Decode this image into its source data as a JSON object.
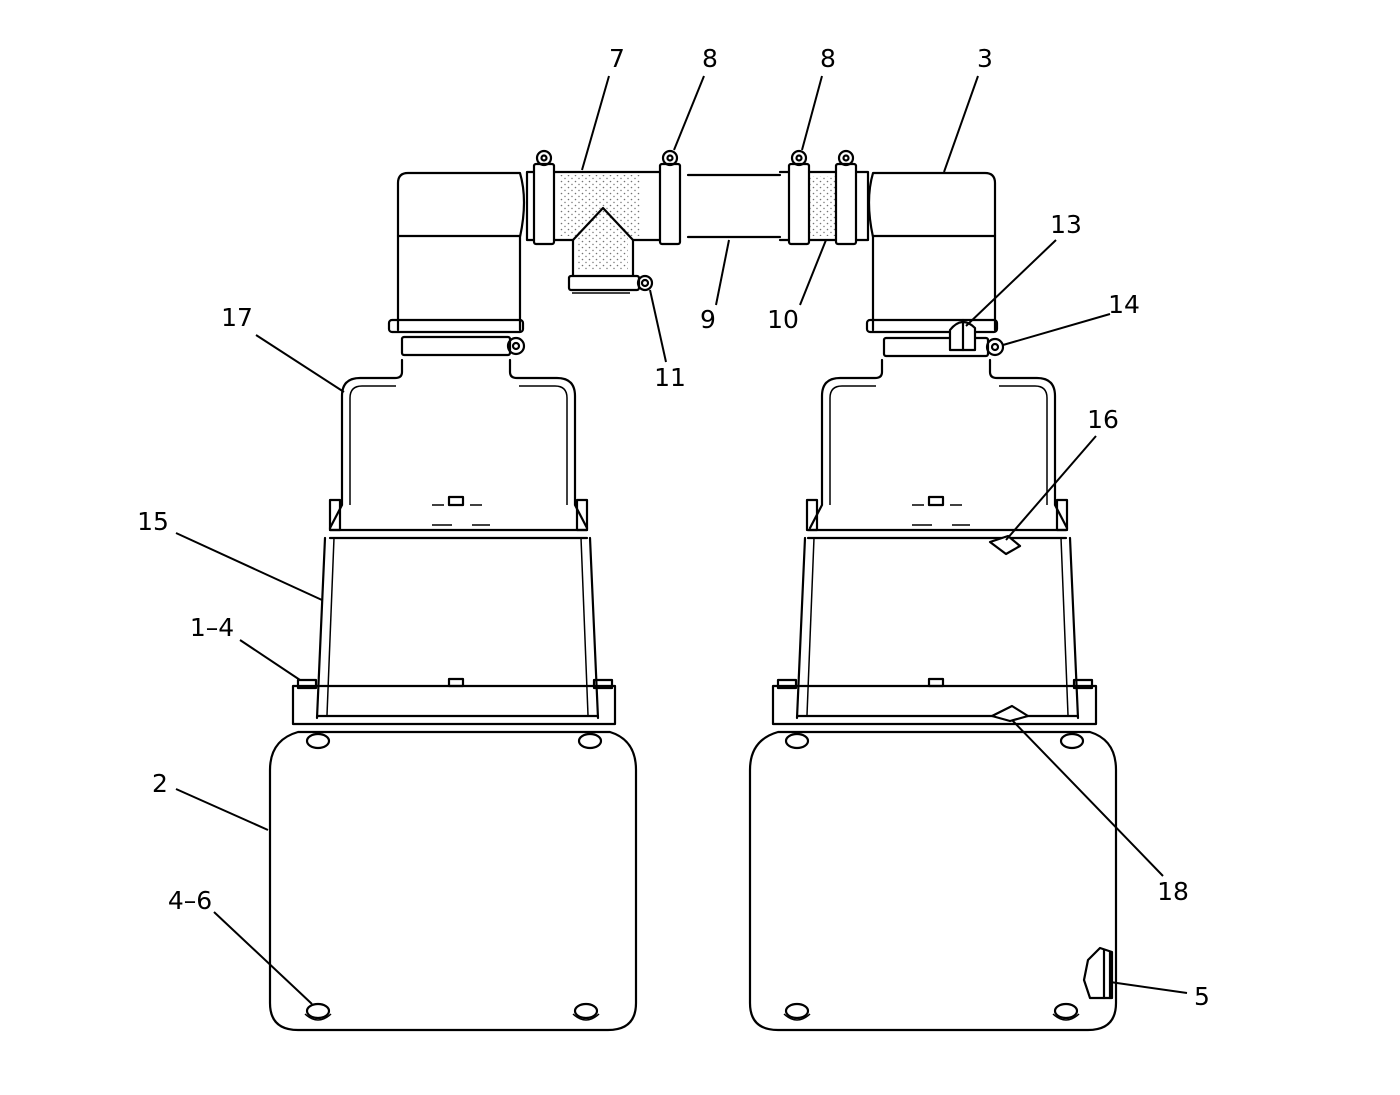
{
  "labels": {
    "l7": "7",
    "l8a": "8",
    "l8b": "8",
    "l3": "3",
    "l13": "13",
    "l14": "14",
    "l9": "9",
    "l10": "10",
    "l11": "11",
    "l17": "17",
    "l16": "16",
    "l15": "15",
    "l1_4": "1–4",
    "l2": "2",
    "l18": "18",
    "l4_6": "4–6",
    "l5": "5"
  },
  "colors": {
    "line": "#000000",
    "background": "#ffffff"
  }
}
